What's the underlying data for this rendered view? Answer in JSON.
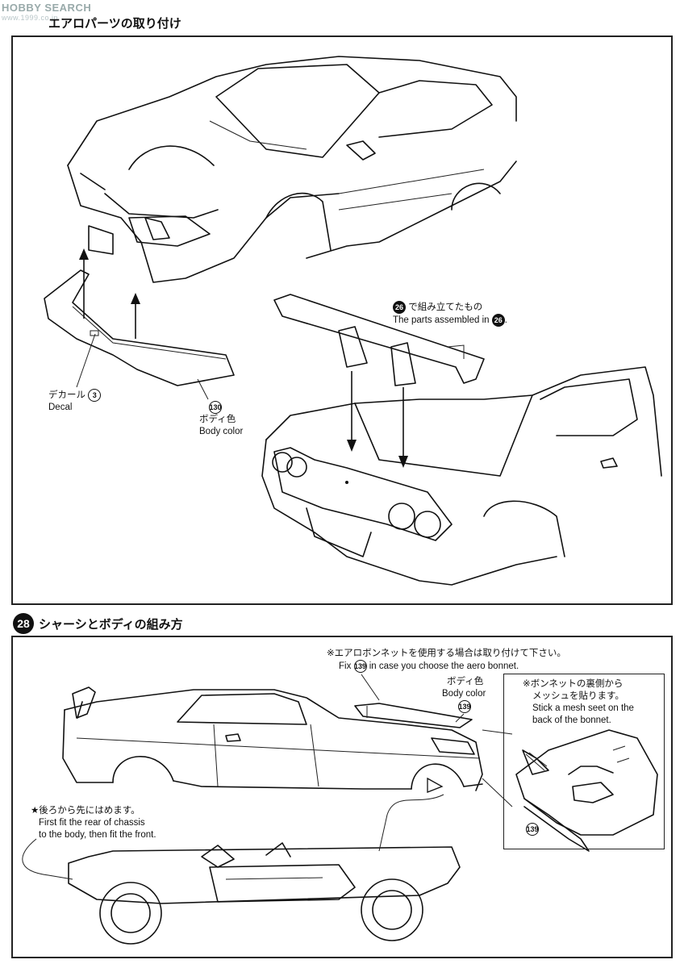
{
  "watermark": {
    "brand": "HOBBY SEARCH",
    "sub": "www.1999.co.jp"
  },
  "step27": {
    "title": "エアロパーツの取り付け",
    "decal_ja": "デカール",
    "decal_num": "3",
    "decal_en": "Decal",
    "part130_num": "130",
    "part130_ja": "ボディ色",
    "part130_en": "Body color",
    "wing_num": "26",
    "wing_ja": "で組み立てたもの",
    "wing_en": "The parts assembled in",
    "wing_en_num": "26",
    "wing_en_tail": "."
  },
  "step28": {
    "number": "28",
    "title": "シャーシとボディの組み方",
    "note_ja": "※エアロボンネットを使用する場合は取り付けて下さい。",
    "note_en_pre": "Fix",
    "note_en_num": "139",
    "note_en_post": "in case you choose the aero bonnet.",
    "body_ja": "ボディ色",
    "body_en": "Body color",
    "part139_num": "139",
    "inset_ja1": "※ボンネットの裏側から",
    "inset_ja2": "メッシュを貼ります。",
    "inset_en1": "Stick a mesh seet on the",
    "inset_en2": "back of the bonnet.",
    "inset_part_num": "139",
    "rear_ja": "★後ろから先にはめます。",
    "rear_en1": "First fit the rear of chassis",
    "rear_en2": "to the body, then fit the front."
  }
}
